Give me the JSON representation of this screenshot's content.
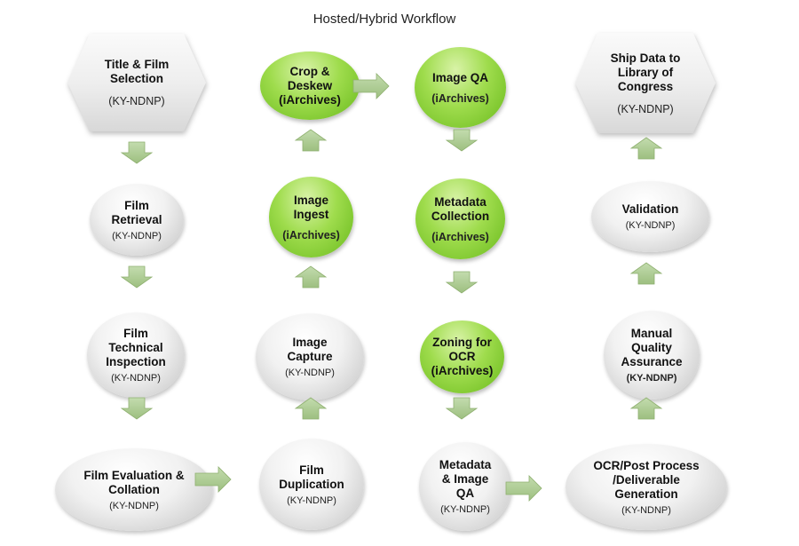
{
  "title": "Hosted/Hybrid Workflow",
  "nodes": [
    {
      "id": "title-film-selection",
      "lines": [
        "Title & Film",
        "Selection"
      ],
      "sub": "(KY-NDNP)"
    },
    {
      "id": "film-retrieval",
      "lines": [
        "Film",
        "Retrieval"
      ],
      "sub": "(KY-NDNP)"
    },
    {
      "id": "film-technical-inspection",
      "lines": [
        "Film",
        "Technical",
        "Inspection"
      ],
      "sub": "(KY-NDNP)"
    },
    {
      "id": "film-evaluation-collation",
      "lines": [
        "Film Evaluation &",
        "Collation"
      ],
      "sub": "(KY-NDNP)"
    },
    {
      "id": "film-duplication",
      "lines": [
        "Film",
        "Duplication"
      ],
      "sub": "(KY-NDNP)"
    },
    {
      "id": "image-capture",
      "lines": [
        "Image",
        "Capture"
      ],
      "sub": "(KY-NDNP)"
    },
    {
      "id": "image-ingest",
      "lines": [
        "Image",
        "Ingest"
      ],
      "sub": "(iArchives)"
    },
    {
      "id": "crop-deskew",
      "lines": [
        "Crop &",
        "Deskew",
        "(iArchives)"
      ],
      "sub": ""
    },
    {
      "id": "image-qa",
      "lines": [
        "Image QA"
      ],
      "sub": "(iArchives)"
    },
    {
      "id": "metadata-collection",
      "lines": [
        "Metadata",
        "Collection"
      ],
      "sub": "(iArchives)"
    },
    {
      "id": "zoning-ocr",
      "lines": [
        "Zoning for",
        "OCR",
        "(iArchives)"
      ],
      "sub": ""
    },
    {
      "id": "metadata-image-qa",
      "lines": [
        "Metadata",
        "& Image",
        "QA"
      ],
      "sub": "(KY-NDNP)"
    },
    {
      "id": "ocr-post-process",
      "lines": [
        "OCR/Post Process",
        "/Deliverable",
        "Generation"
      ],
      "sub": "(KY-NDNP)"
    },
    {
      "id": "manual-quality-assurance",
      "lines": [
        "Manual",
        "Quality",
        "Assurance"
      ],
      "sub": "(KY-NDNP)"
    },
    {
      "id": "validation",
      "lines": [
        "Validation"
      ],
      "sub": "(KY-NDNP)"
    },
    {
      "id": "ship-data-loc",
      "lines": [
        "Ship Data to",
        "Library of",
        "Congress"
      ],
      "sub": "(KY-NDNP)"
    }
  ],
  "colors": {
    "grey_node": "#e6e6e6",
    "green_node": "#8fd13f",
    "arrow": "#a9c98c",
    "arrow_edge": "#8fb070"
  }
}
